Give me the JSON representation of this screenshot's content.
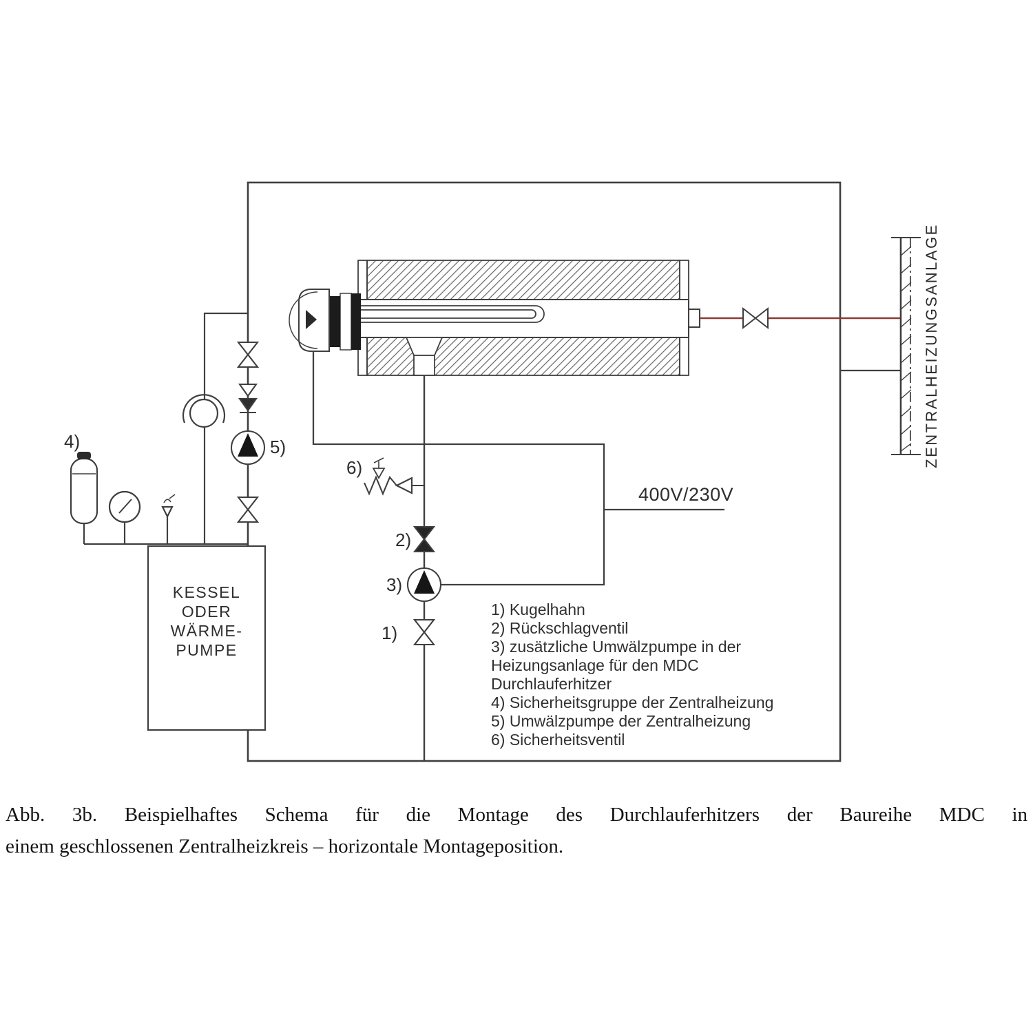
{
  "colors": {
    "ink": "#3f3f3f",
    "pipe_red": "#8b3a35"
  },
  "diagram": {
    "callouts": {
      "c1": "1)",
      "c2": "2)",
      "c3": "3)",
      "c4": "4)",
      "c5": "5)",
      "c6": "6)"
    },
    "voltage_label": "400V/230V",
    "boiler_lines": [
      "KESSEL",
      "ODER",
      "WÄRME-",
      "PUMPE"
    ],
    "central_heating_label": "ZENTRALHEIZUNGSANLAGE",
    "legend_lines": [
      "1) Kugelhahn",
      "2) Rückschlagventil",
      "3) zusätzliche Umwälzpumpe in der",
      "Heizungsanlage für den MDC",
      "Durchlauferhitzer",
      "4) Sicherheitsgruppe der Zentralheizung",
      "5) Umwälzpumpe der Zentralheizung",
      "6) Sicherheitsventil"
    ]
  },
  "caption": {
    "line1": "Abb. 3b. Beispielhaftes Schema für die Montage des Durchlauferhitzers der Baureihe MDC in",
    "line2": "einem geschlossenen Zentralheizkreis – horizontale Montageposition."
  }
}
